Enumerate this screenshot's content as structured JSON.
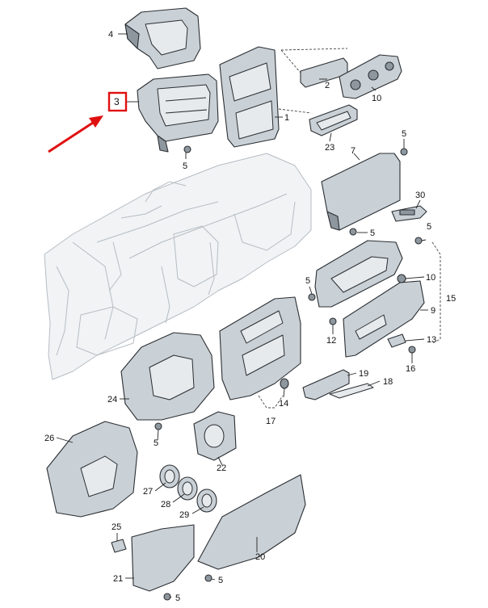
{
  "callouts": {
    "c1": "1",
    "c2": "2",
    "c3": "3",
    "c4": "4",
    "c5a": "5",
    "c5b": "5",
    "c5c": "5",
    "c5d": "5",
    "c5e": "5",
    "c5f": "5",
    "c5g": "5",
    "c7": "7",
    "c9": "9",
    "c10a": "10",
    "c10b": "10",
    "c12": "12",
    "c13": "13",
    "c14": "14",
    "c15": "15",
    "c16": "16",
    "c17": "17",
    "c18": "18",
    "c19": "19",
    "c20": "20",
    "c21": "21",
    "c22": "22",
    "c23": "23",
    "c24": "24",
    "c25": "25",
    "c26": "26",
    "c27": "27",
    "c28": "28",
    "c29": "29",
    "c30": "30"
  },
  "highlight": {
    "label": "3",
    "color": "#e01010"
  }
}
